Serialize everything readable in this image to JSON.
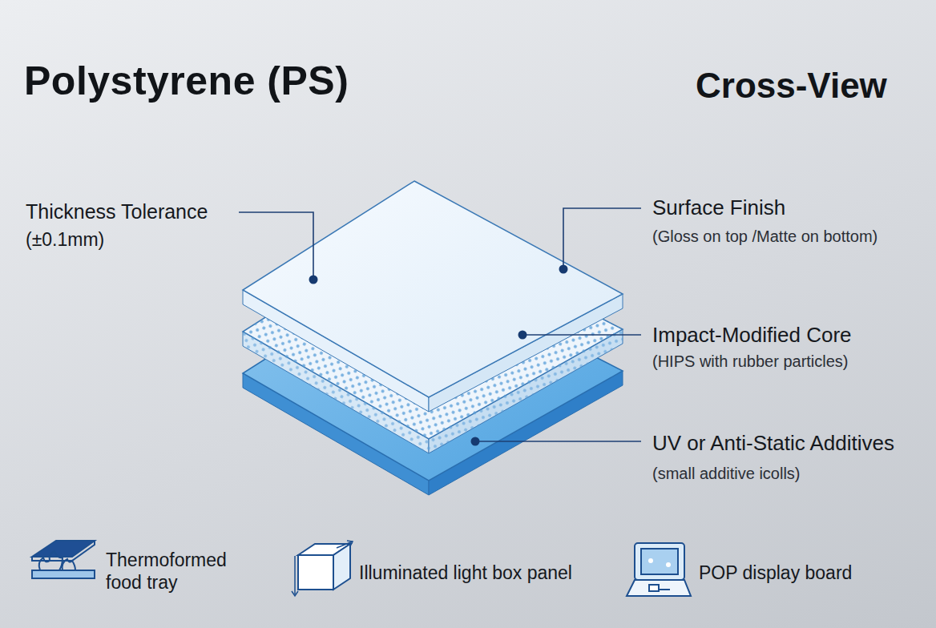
{
  "diagram": {
    "title": "Polystyrene (PS)",
    "labels": [
      "Cross-View",
      "Thickness Tolerance",
      "(±0.1mm)",
      "Surface Finish",
      "(Gloss on top /Matte on bottom)",
      "Impact-Modified Core",
      "(HIPS with rubber particles)",
      "UV or Anti-Static Additives",
      "(small additive icolls)",
      "Thermoformed food tray",
      "Illuminated light box panel",
      "POP display board"
    ]
  }
}
